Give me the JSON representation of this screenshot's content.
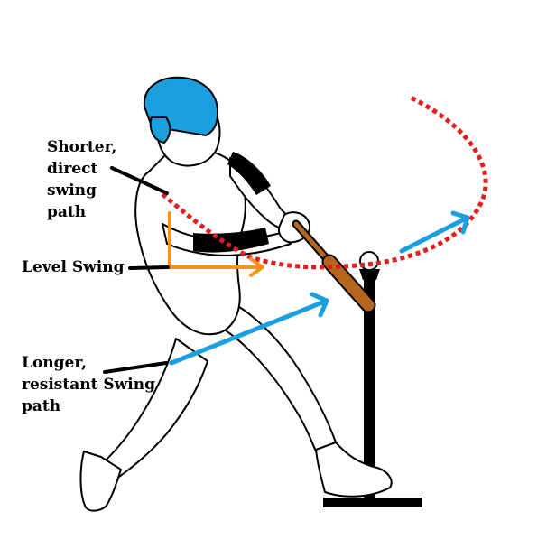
{
  "labels": {
    "shorter_path": [
      "Shorter,",
      "direct",
      "swing",
      "path"
    ],
    "level_swing": [
      "Level Swing"
    ],
    "longer_path": [
      "Longer,",
      "resistant Swing",
      "path"
    ]
  },
  "colors": {
    "helmet": "#1aa0e0",
    "short_path_dots": "#e02020",
    "level_arrows": "#f7941d",
    "long_path_arrows": "#1aa0e0",
    "bat": "#b5651d",
    "tee": "#000000",
    "outline": "#000000"
  }
}
